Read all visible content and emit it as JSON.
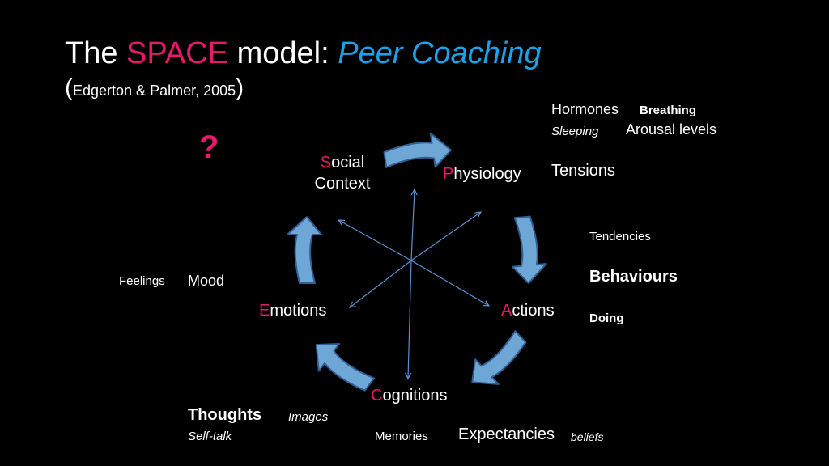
{
  "title": {
    "prefix": "The ",
    "highlight": "SPACE",
    "middle": " model: ",
    "subtitle": "Peer Coaching"
  },
  "citation": {
    "open": "(",
    "text": "Edgerton & Palmer, 2005",
    "close": ")"
  },
  "question_mark": "?",
  "nodes": {
    "social": {
      "initial": "S",
      "rest": "ocial",
      "line2": "Context"
    },
    "physiology": {
      "initial": "P",
      "rest": "hysiology"
    },
    "actions": {
      "initial": "A",
      "rest": "ctions"
    },
    "cognitions": {
      "initial": "C",
      "rest": "ognitions"
    },
    "emotions": {
      "initial": "E",
      "rest": "motions"
    }
  },
  "annotations": {
    "hormones": "Hormones",
    "breathing": "Breathing",
    "sleeping": "Sleeping",
    "arousal": "Arousal levels",
    "tensions": "Tensions",
    "tendencies": "Tendencies",
    "behaviours": "Behaviours",
    "doing": "Doing",
    "feelings": "Feelings",
    "mood": "Mood",
    "thoughts": "Thoughts",
    "images": "Images",
    "self_talk": "Self-talk",
    "memories": "Memories",
    "expectancies": "Expectancies",
    "beliefs": "beliefs"
  },
  "colors": {
    "accent_pink": "#e6196b",
    "accent_blue": "#1aa3e8",
    "arrow_fill": "#6ea6d6",
    "arrow_stroke": "#2f5f93",
    "line": "#5b8fd0",
    "background": "#000000"
  }
}
